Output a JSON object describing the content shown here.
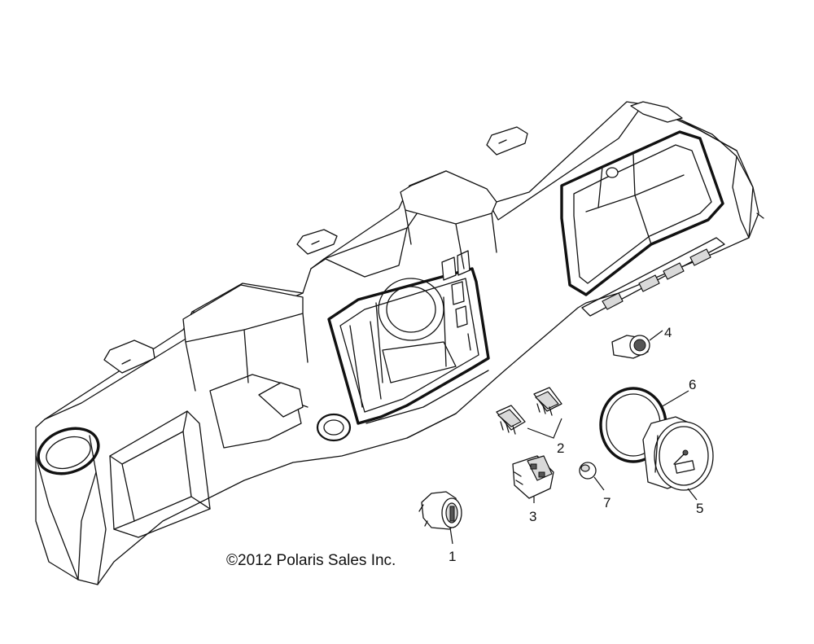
{
  "copyright": "©2012 Polaris Sales Inc.",
  "callouts": [
    "1",
    "2",
    "3",
    "4",
    "5",
    "6",
    "7"
  ]
}
